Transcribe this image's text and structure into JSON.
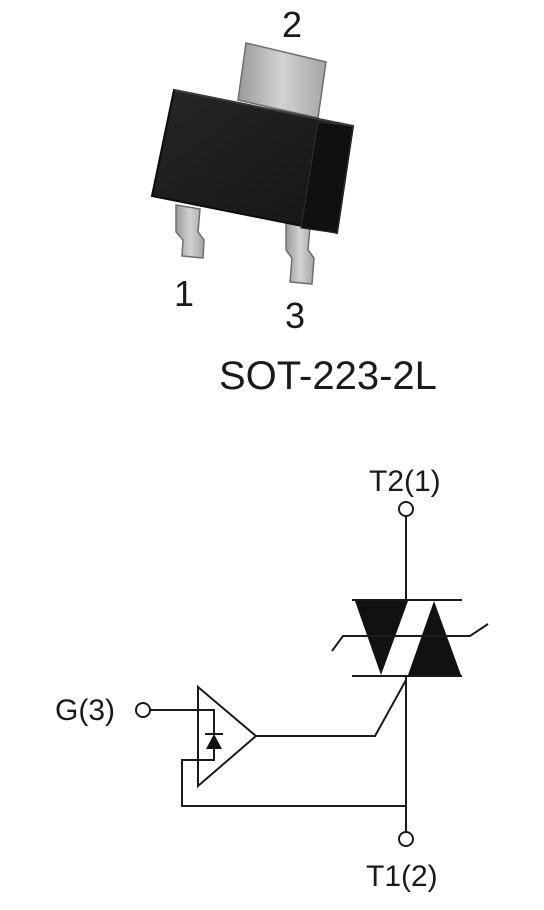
{
  "package": {
    "name": "SOT-223-2L",
    "pins": {
      "pin1": "1",
      "pin2": "2",
      "pin3": "3"
    }
  },
  "schematic": {
    "gate": "G(3)",
    "t2": "T2(1)",
    "t1": "T1(2)"
  },
  "colors": {
    "body": "#1c1c1c",
    "lead": "#b8b8b8",
    "line": "#1a1a1a"
  }
}
